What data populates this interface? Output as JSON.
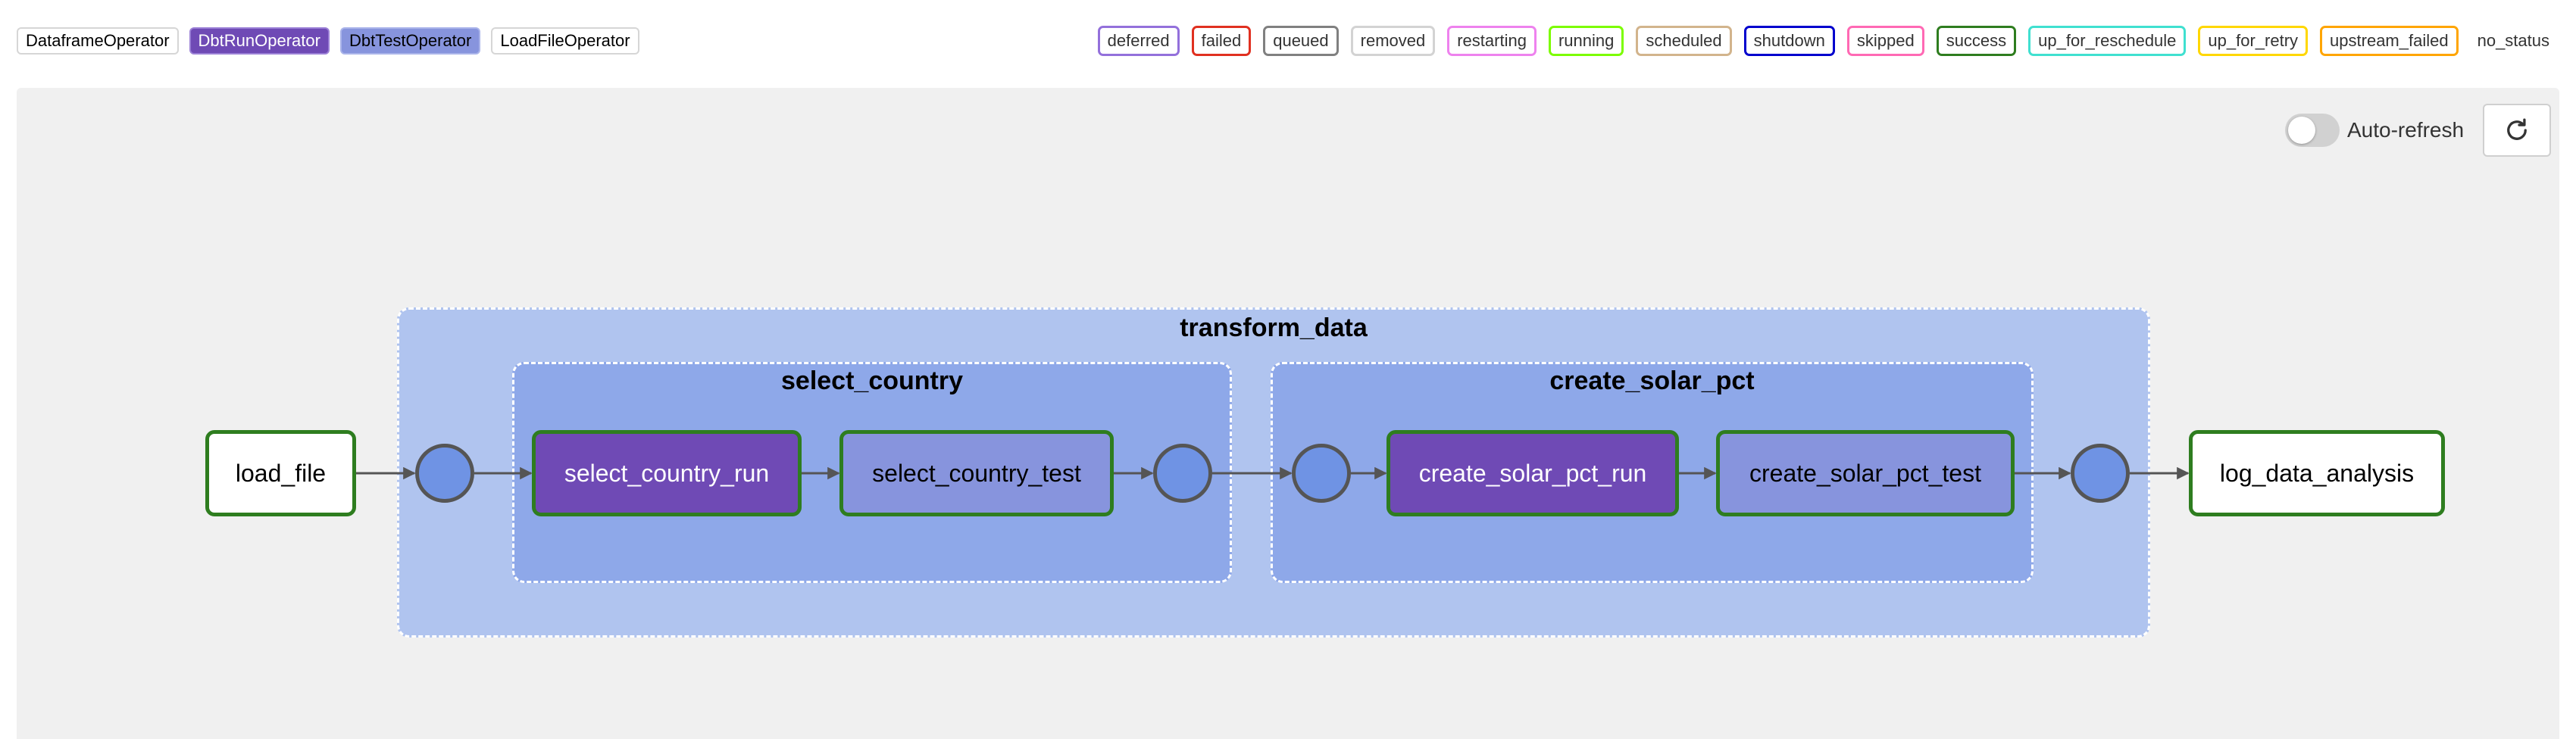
{
  "operator_legend": [
    {
      "label": "DataframeOperator",
      "bg": "#ffffff",
      "color": "#000000"
    },
    {
      "label": "DbtRunOperator",
      "bg": "#6f4ab5",
      "color": "#ffffff"
    },
    {
      "label": "DbtTestOperator",
      "bg": "#8794dd",
      "color": "#000000"
    },
    {
      "label": "LoadFileOperator",
      "bg": "#ffffff",
      "color": "#000000"
    }
  ],
  "state_legend": [
    {
      "label": "deferred",
      "border": "#9370db"
    },
    {
      "label": "failed",
      "border": "#e03020"
    },
    {
      "label": "queued",
      "border": "#808080"
    },
    {
      "label": "removed",
      "border": "#d3d3d3"
    },
    {
      "label": "restarting",
      "border": "#ee82ee"
    },
    {
      "label": "running",
      "border": "#7cfc00"
    },
    {
      "label": "scheduled",
      "border": "#d2b48c"
    },
    {
      "label": "shutdown",
      "border": "#0000cd"
    },
    {
      "label": "skipped",
      "border": "#ff69b4"
    },
    {
      "label": "success",
      "border": "#2e7d1f"
    },
    {
      "label": "up_for_reschedule",
      "border": "#40e0d0"
    },
    {
      "label": "up_for_retry",
      "border": "#ffd700"
    },
    {
      "label": "upstream_failed",
      "border": "#ffa500"
    },
    {
      "label": "no_status",
      "border": ""
    }
  ],
  "controls": {
    "auto_refresh_label": "Auto-refresh",
    "auto_refresh_on": false,
    "refresh_icon": "refresh-icon"
  },
  "groups": {
    "transform_data": "transform_data",
    "select_country": "select_country",
    "create_solar_pct": "create_solar_pct"
  },
  "tasks": {
    "load_file": "load_file",
    "select_country_run": "select_country_run",
    "select_country_test": "select_country_test",
    "create_solar_pct_run": "create_solar_pct_run",
    "create_solar_pct_test": "create_solar_pct_test",
    "log_data_analysis": "log_data_analysis"
  },
  "colors": {
    "success_border": "#2e7d1f",
    "run_operator": "#6f4ab5",
    "test_operator": "#8794dd",
    "join_fill": "#6f93e4",
    "outer_group": "#b0c4ef",
    "inner_group": "#8ea8e9"
  }
}
